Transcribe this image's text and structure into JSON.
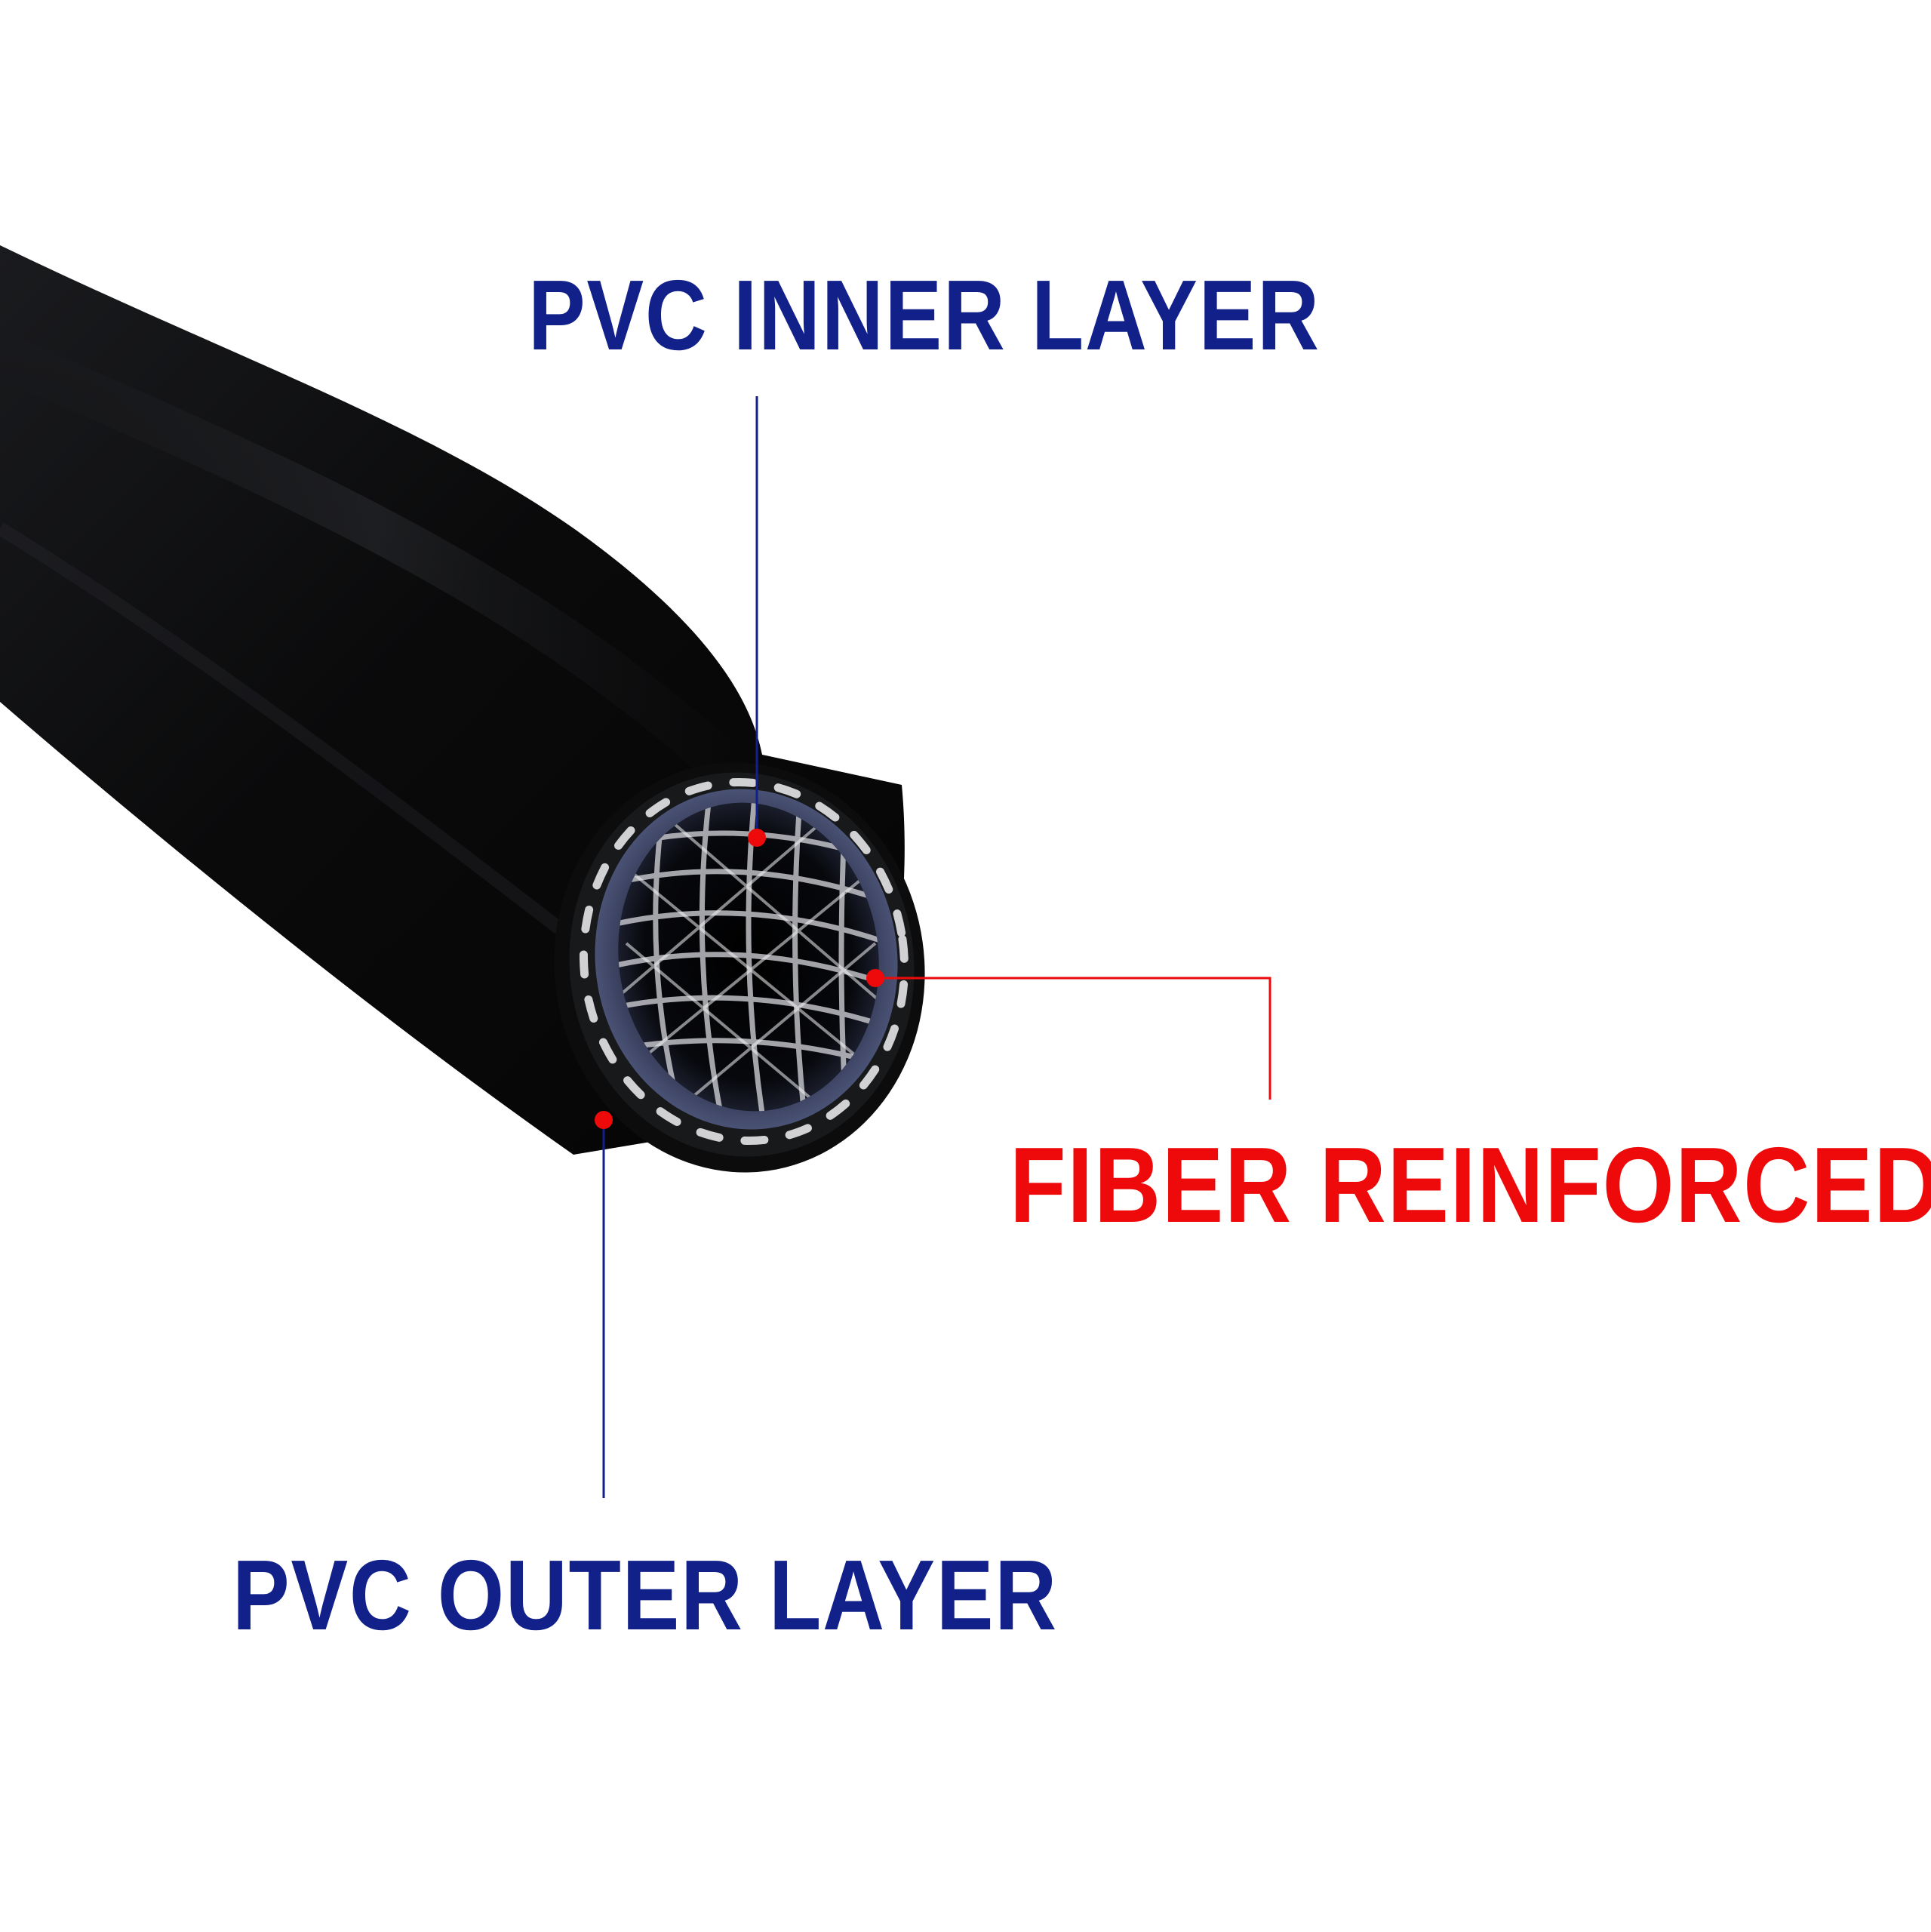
{
  "labels": {
    "inner": "PVC INNER LAYER",
    "fiber": "FIBER REINFORCED",
    "outer": "PVC OUTER LAYER"
  },
  "colors": {
    "background": "#ffffff",
    "hose": "#0b0b0c",
    "label_blue": "#12208a",
    "label_red": "#ee0a0a",
    "inner_layer": "#3d4461",
    "fiber_mesh": "#e8e8ea"
  }
}
